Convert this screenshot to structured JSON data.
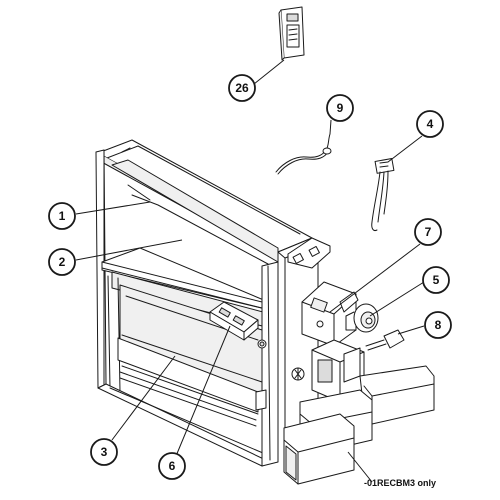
{
  "callouts": [
    {
      "id": "26",
      "label": "26"
    },
    {
      "id": "9",
      "label": "9"
    },
    {
      "id": "4",
      "label": "4"
    },
    {
      "id": "1",
      "label": "1"
    },
    {
      "id": "7",
      "label": "7"
    },
    {
      "id": "2",
      "label": "2"
    },
    {
      "id": "5",
      "label": "5"
    },
    {
      "id": "8",
      "label": "8"
    },
    {
      "id": "3",
      "label": "3"
    },
    {
      "id": "6",
      "label": "6"
    }
  ],
  "note": "-01RECBM3 only"
}
